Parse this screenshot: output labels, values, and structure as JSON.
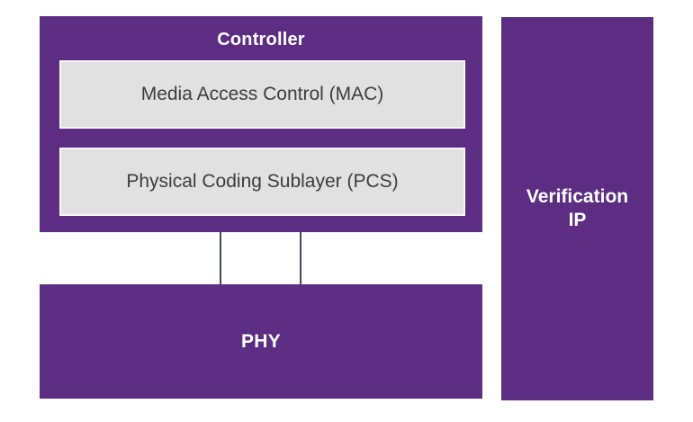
{
  "diagram": {
    "controller": {
      "title": "Controller",
      "sublayers": [
        {
          "label": "Media Access Control (MAC)"
        },
        {
          "label": "Physical Coding Sublayer (PCS)"
        }
      ]
    },
    "phy": {
      "label": "PHY"
    },
    "verification_ip": {
      "label": "Verification\nIP"
    },
    "connectors": {
      "count": 2
    },
    "colors": {
      "block_purple": "#5c2d83",
      "sublayer_gray": "#e1e1e1",
      "sublayer_border": "#f6f6f6",
      "connector_line": "#45455c",
      "label_dark": "#3d3d3d",
      "label_light": "#ffffff",
      "background": "#ffffff"
    }
  }
}
